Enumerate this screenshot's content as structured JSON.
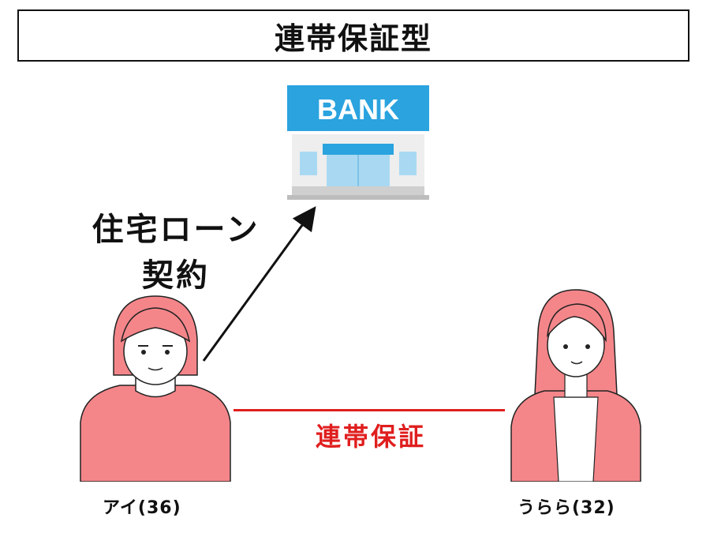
{
  "title": "連帯保証型",
  "bank": {
    "sign": "BANK",
    "sign_color": "#2aa3df"
  },
  "loan_label": {
    "line1": "住宅ローン",
    "line2": "契約"
  },
  "guarantee": {
    "label": "連帯保証",
    "color": "#e01e1e"
  },
  "people": [
    {
      "name": "アイ(36)",
      "icon": "man-avatar-icon"
    },
    {
      "name": "うらら(32)",
      "icon": "woman-avatar-icon"
    }
  ],
  "colors": {
    "skin_top": "#f4868a",
    "accent": "#e01e1e"
  }
}
